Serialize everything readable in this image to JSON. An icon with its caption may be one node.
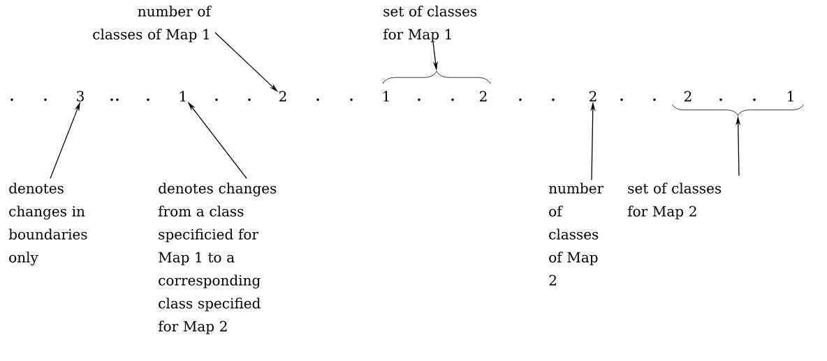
{
  "diagram": {
    "nodes": [
      {
        "text": [
          "number of classes of Map 1"
        ]
      },
      {
        "text": [
          "set of classes for Map 1"
        ]
      },
      {
        "text": [
          "3"
        ]
      },
      {
        "text": [
          "1"
        ]
      },
      {
        "text": [
          "2"
        ]
      },
      {
        "text": [
          "1"
        ]
      },
      {
        "text": [
          "2"
        ]
      },
      {
        "text": [
          "2"
        ]
      },
      {
        "text": [
          "2"
        ]
      },
      {
        "text": [
          "1"
        ]
      },
      {
        "text": [],
        "shape": "brace"
      },
      {
        "text": [],
        "shape": "brace"
      },
      {
        "text": [
          "denotes changes in boundaries only"
        ]
      },
      {
        "text": [
          "denotes changes from a class specificied for Map 1 to a corresponding class specified for Map 2"
        ]
      },
      {
        "text": [
          "number of classes of Map 2"
        ]
      },
      {
        "text": [
          "set of classes for Map 2"
        ]
      }
    ],
    "edges": [
      {
        "from": 0,
        "to": 4,
        "arrow": "to"
      },
      {
        "from": 1,
        "to": 10,
        "arrow": "to"
      },
      {
        "from": 12,
        "to": 2,
        "arrow": "to"
      },
      {
        "from": 13,
        "to": 3,
        "arrow": "to"
      },
      {
        "from": 14,
        "to": 7,
        "arrow": "to"
      },
      {
        "from": 15,
        "to": 11,
        "arrow": "to"
      }
    ]
  }
}
